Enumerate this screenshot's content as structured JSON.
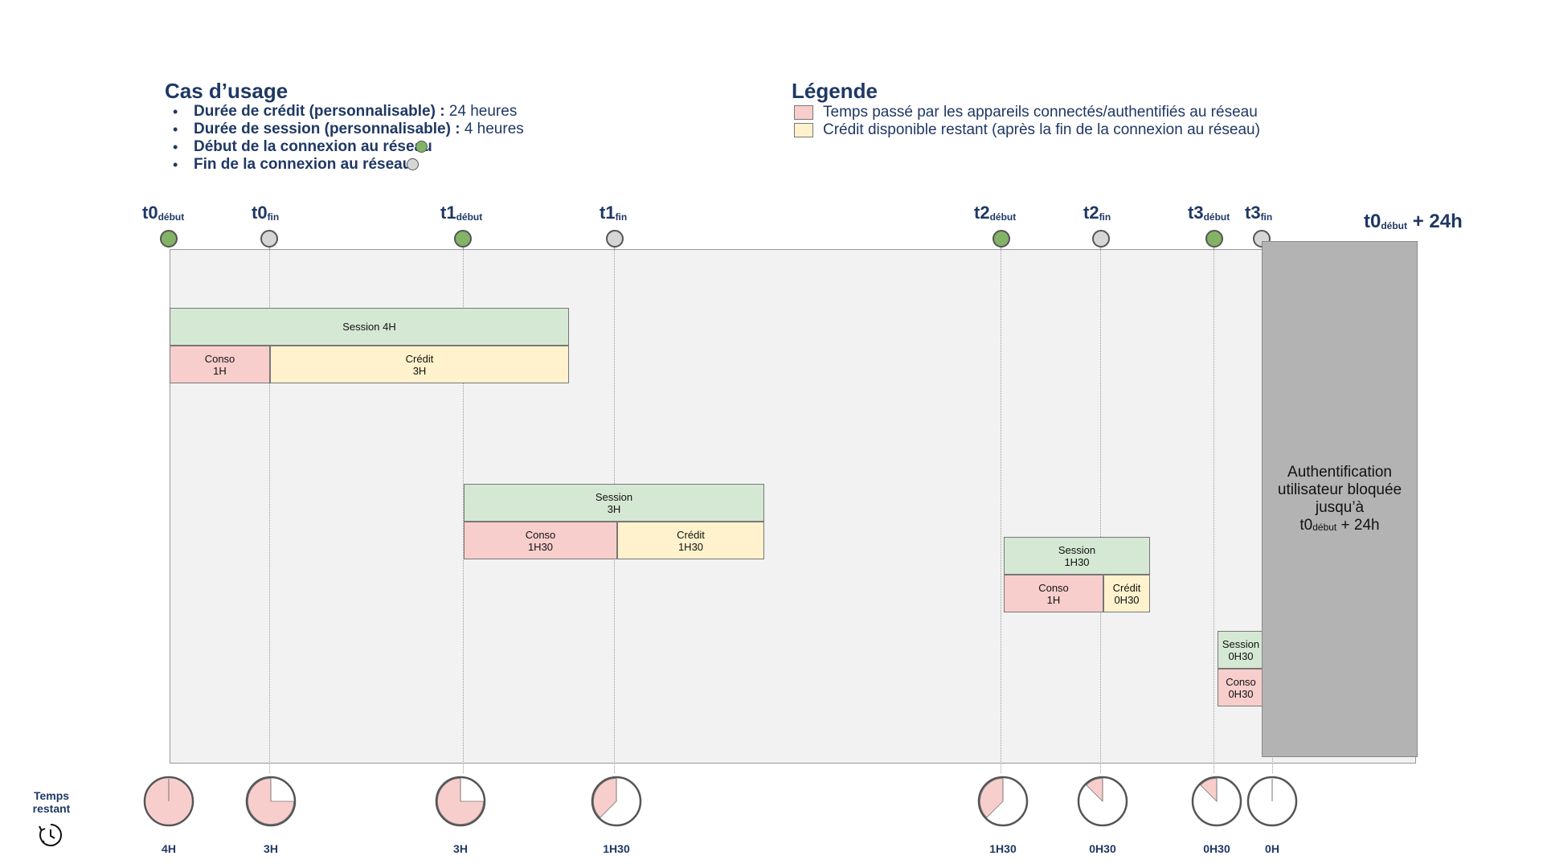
{
  "usecase": {
    "title": "Cas d’usage",
    "items": [
      {
        "bold": "Durée de crédit (personnalisable) :",
        "text": " 24 heures"
      },
      {
        "bold": "Durée de session (personnalisable) :",
        "text": " 4 heures"
      },
      {
        "bold": "Début de la connexion au réseau",
        "text": ""
      },
      {
        "bold": "Fin de la connexion au réseau",
        "text": ""
      }
    ]
  },
  "legend": {
    "title": "Légende",
    "items": [
      {
        "label": "Temps passé par les appareils connectés/authentifiés au réseau",
        "color": "#f8cecc"
      },
      {
        "label": "Crédit disponible restant (après la fin de la connexion au réseau)",
        "color": "#fff2cc"
      }
    ]
  },
  "timeline": {
    "labels": [
      {
        "main": "t0",
        "sub": "début"
      },
      {
        "main": "t0",
        "sub": "fin"
      },
      {
        "main": "t1",
        "sub": "début"
      },
      {
        "main": "t1",
        "sub": "fin"
      },
      {
        "main": "t2",
        "sub": "début"
      },
      {
        "main": "t2",
        "sub": "fin"
      },
      {
        "main": "t3",
        "sub": "début"
      },
      {
        "main": "t3",
        "sub": "fin"
      }
    ],
    "end_label": {
      "main": "t0",
      "sub": "début",
      "suffix": "+ 24h"
    }
  },
  "blocks": {
    "s0_session": "Session 4H",
    "s0_conso": "Conso\n1H",
    "s0_credit": "Crédit\n3H",
    "s1_session": "Session\n3H",
    "s1_conso": "Conso\n1H30",
    "s1_credit": "Crédit\n1H30",
    "s2_session": "Session\n1H30",
    "s2_conso": "Conso\n1H",
    "s2_credit": "Crédit\n0H30",
    "s3_session": "Session\n0H30",
    "s3_conso": "Conso\n0H30"
  },
  "blocked": {
    "line1": "Authentification",
    "line2": "utilisateur bloquée",
    "line3": "jusqu’à",
    "main": "t0",
    "sub": "début",
    "suffix": "+ 24h"
  },
  "remaining": {
    "label": "Temps\nrestant",
    "icon": "clock-timer-icon",
    "clocks": [
      {
        "label": "4H",
        "hours": 4
      },
      {
        "label": "3H",
        "hours": 3
      },
      {
        "label": "3H",
        "hours": 3
      },
      {
        "label": "1H30",
        "hours": 1.5
      },
      {
        "label": "1H30",
        "hours": 1.5
      },
      {
        "label": "0H30",
        "hours": 0.5
      },
      {
        "label": "0H30",
        "hours": 0.5
      },
      {
        "label": "0H",
        "hours": 0
      }
    ]
  },
  "colors": {
    "navy": "#1f3864",
    "start_marker": "#82b366",
    "end_marker": "#d6d6d6",
    "session": "#d5e8d4",
    "conso": "#f8cecc",
    "credit": "#fff2cc",
    "blocked": "#b3b3b3"
  }
}
